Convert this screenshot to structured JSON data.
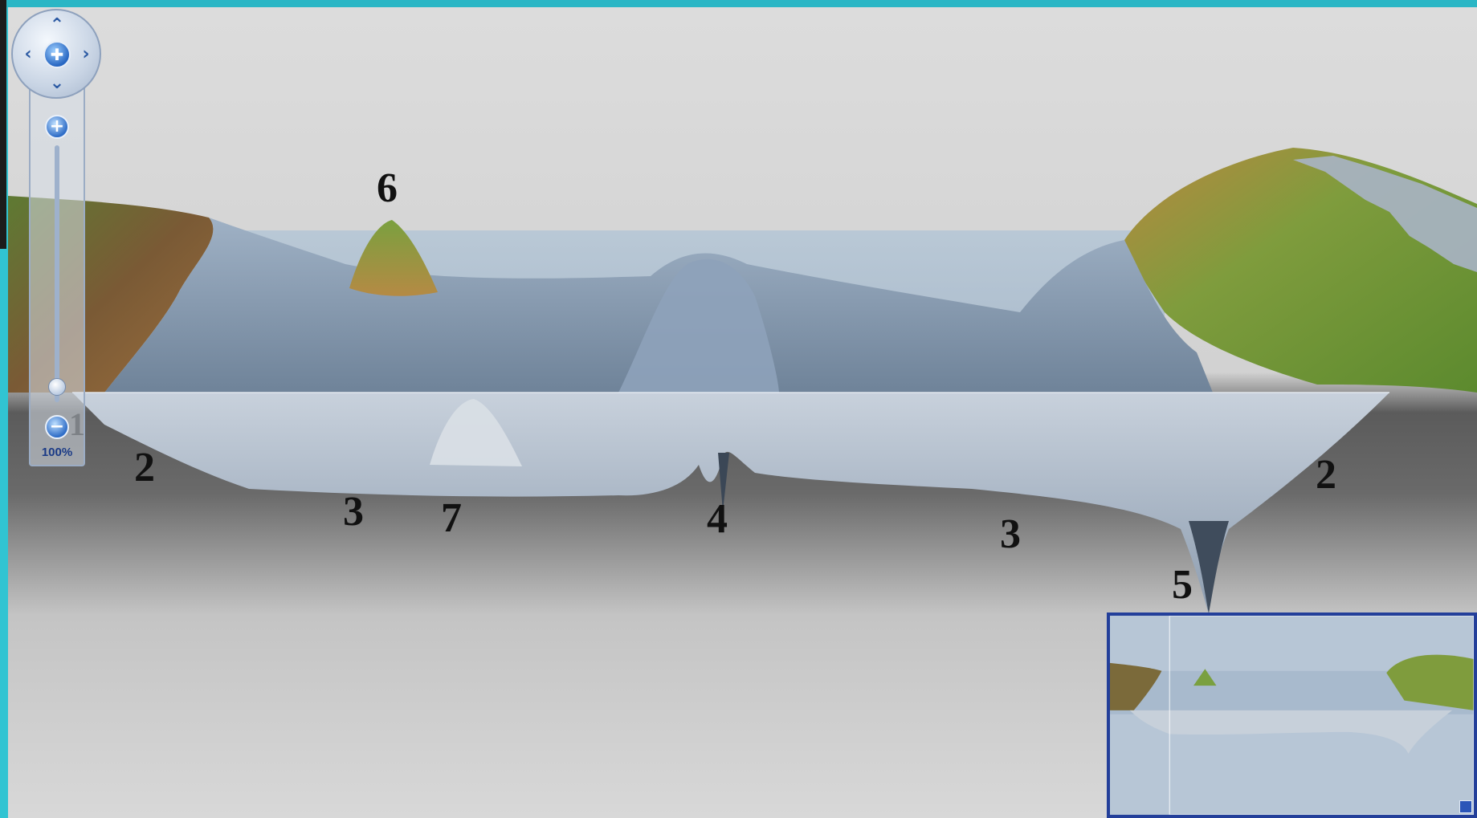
{
  "viewer": {
    "zoom_label": "100%",
    "zoom_level_percent": 100,
    "zoom_slider_fraction": 0.06,
    "pan_icons": [
      "chevron-up-icon",
      "chevron-down-icon",
      "chevron-left-icon",
      "chevron-right-icon",
      "home-icon"
    ],
    "zoom_icons": [
      "zoom-in-icon",
      "zoom-out-icon"
    ]
  },
  "figure": {
    "labels": [
      {
        "id": "marker-6",
        "text": "6"
      },
      {
        "id": "marker-2-left",
        "text": "2"
      },
      {
        "id": "marker-3-left",
        "text": "3"
      },
      {
        "id": "marker-7",
        "text": "7"
      },
      {
        "id": "marker-4",
        "text": "4"
      },
      {
        "id": "marker-3-right",
        "text": "3"
      },
      {
        "id": "marker-2-right",
        "text": "2"
      },
      {
        "id": "marker-5",
        "text": "5"
      },
      {
        "id": "marker-1",
        "text": "1"
      }
    ]
  },
  "colors": {
    "frame": "#31c4d2",
    "viewer_bg": "#d8d8d8",
    "water": "#aebfd1",
    "seafloor": "#8fa3bc",
    "land_green": "#6f8f3a",
    "land_brown": "#8a6a3d",
    "overview_border": "#233f9a"
  }
}
